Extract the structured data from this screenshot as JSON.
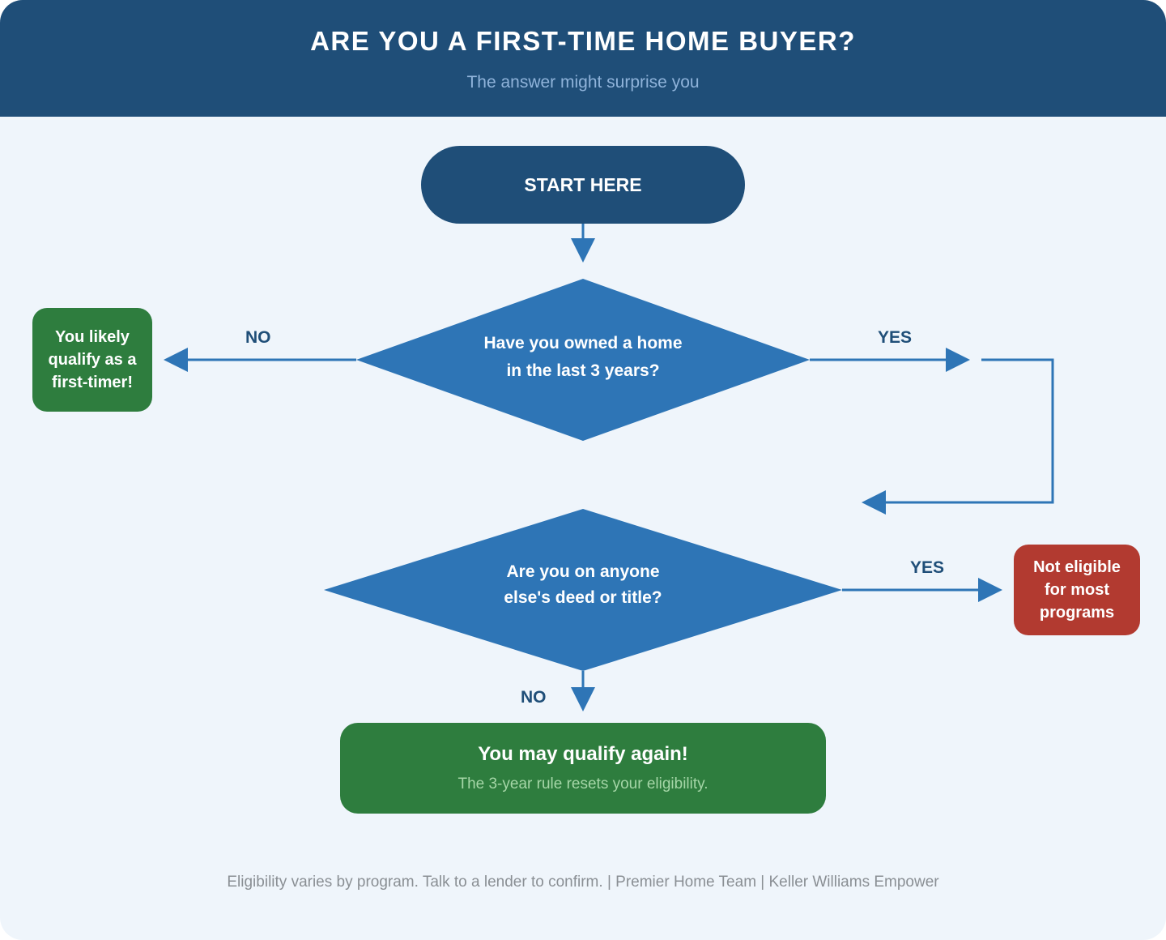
{
  "header": {
    "title": "ARE YOU A FIRST-TIME HOME BUYER?",
    "subtitle": "The answer might surprise you"
  },
  "nodes": {
    "start": "START HERE",
    "question_1": [
      "Have you owned a home",
      "in the last 3 years?"
    ],
    "question_2": [
      "Are you on anyone",
      "else's deed or title?"
    ],
    "outcome_first_timer": [
      "You likely",
      "qualify as a",
      "first-timer!"
    ],
    "outcome_not_eligible": [
      "Not eligible",
      "for most",
      "programs"
    ],
    "outcome_qualify_again": {
      "title": "You may qualify again!",
      "detail": "The 3-year rule resets your eligibility."
    }
  },
  "edges": {
    "q1_no": "NO",
    "q1_yes": "YES",
    "q2_yes": "YES",
    "q2_no": "NO"
  },
  "colors": {
    "navy": "#1f4e78",
    "blue": "#2e75b6",
    "green": "#2e7d3e",
    "red": "#b23a30",
    "background": "#eff5fb"
  },
  "footer": "Eligibility varies by program. Talk to a lender to confirm. | Premier Home Team | Keller Williams Empower"
}
